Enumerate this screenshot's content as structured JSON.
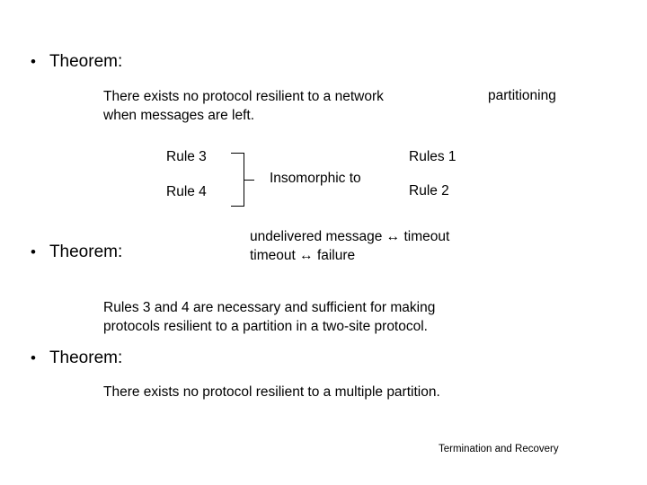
{
  "slide": {
    "bullets": [
      {
        "marker": "•",
        "label": "Theorem:"
      },
      {
        "marker": "•",
        "label": "Theorem:"
      },
      {
        "marker": "•",
        "label": "Theorem:"
      }
    ],
    "paragraph_1_line_1": "There exists no protocol resilient to a network",
    "paragraph_1_line_1b": "partitioning",
    "paragraph_1_line_2": "when messages are left.",
    "diagram": {
      "left_top": "Rule 3",
      "left_bottom": "Rule 4",
      "relation": "Insomorphic to",
      "right_top": "Rules 1",
      "right_bottom": "Rule  2"
    },
    "mapping_line_1": "undelivered message ↔ timeout",
    "mapping_line_2": "timeout ↔ failure",
    "paragraph_2_line_1": "Rules 3 and 4 are necessary and sufficient for making",
    "paragraph_2_line_2": "protocols resilient to a partition in a two-site protocol.",
    "paragraph_3": "There exists no protocol resilient to a multiple partition.",
    "footer": "Termination and Recovery"
  }
}
